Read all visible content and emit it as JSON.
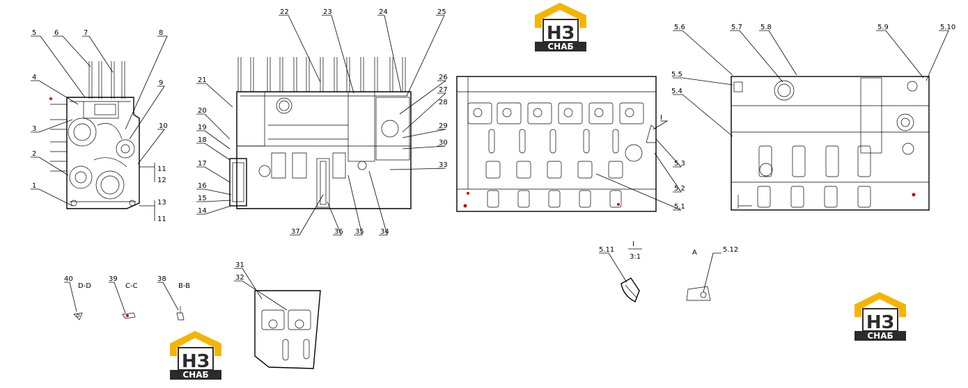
{
  "logo": {
    "main": "НЗ",
    "sub": "СНАБ",
    "yellow": "#f5b400",
    "dark": "#2b2b2b"
  },
  "callouts": {
    "c1": "1",
    "c2": "2",
    "c3": "3",
    "c4": "4",
    "c5": "5",
    "c6": "6",
    "c7": "7",
    "c8": "8",
    "c9": "9",
    "c10": "10",
    "c11a": "11",
    "c11b": "11",
    "c12": "12",
    "c13": "13",
    "c14": "14",
    "c15": "15",
    "c16": "16",
    "c17": "17",
    "c18": "18",
    "c19": "19",
    "c20": "20",
    "c21": "21",
    "c22": "22",
    "c23": "23",
    "c24": "24",
    "c25": "25",
    "c26": "26",
    "c27": "27",
    "c28": "28",
    "c29": "29",
    "c30": "30",
    "c31": "31",
    "c32": "32",
    "c33": "33",
    "c34": "34",
    "c35": "35",
    "c36": "36",
    "c37": "37",
    "c38": "38",
    "c39": "39",
    "c40": "40",
    "c5_1": "5.1",
    "c5_2": "5.2",
    "c5_3": "5.3",
    "c5_4": "5.4",
    "c5_5": "5.5",
    "c5_6": "5.6",
    "c5_7": "5.7",
    "c5_8": "5.8",
    "c5_9": "5.9",
    "c5_10": "5.10",
    "c5_11": "5.11",
    "c5_12": "5.12",
    "cI": "I"
  },
  "section_labels": {
    "dd": "D-D",
    "cc": "C-C",
    "bb": "B-B",
    "a": "A",
    "scale_num": "I",
    "scale_den": "3:1"
  }
}
